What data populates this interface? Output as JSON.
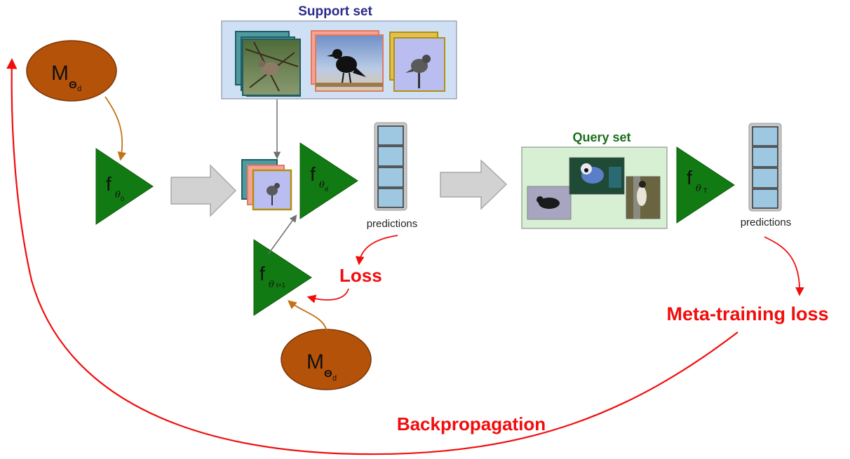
{
  "labels": {
    "support_set": "Support set",
    "query_set": "Query set",
    "predictions_1": "predictions",
    "predictions_2": "predictions",
    "loss": "Loss",
    "meta_training_loss": "Meta-training loss",
    "backpropagation": "Backpropagation"
  },
  "models": {
    "f0": {
      "letter": "f",
      "sub": "θ",
      "subsub": "0"
    },
    "fd": {
      "letter": "f",
      "sub": "θ",
      "subsub": "d"
    },
    "ft1": {
      "letter": "f",
      "sub": "θ",
      "subsub": "t+1"
    },
    "fT": {
      "letter": "f",
      "sub": "θ",
      "subsub": "T"
    }
  },
  "meta_nets": {
    "top": {
      "letter": "M",
      "sub": "Θ",
      "subsub": "d"
    },
    "bottom": {
      "letter": "M",
      "sub": "Θ",
      "subsub": "d"
    }
  },
  "colors": {
    "network": "#127a12",
    "meta_net": "#b5520a",
    "loss_red": "#f20c0c",
    "support_bg": "#cfe0f5",
    "query_bg": "#d7efd3",
    "pred_cell": "#9ec7e2",
    "support_title": "#2a2a8a",
    "query_title": "#1b6e1b",
    "frame_teal": "#2a7a80",
    "frame_salmon": "#f08a78",
    "frame_gold": "#c8a020"
  }
}
